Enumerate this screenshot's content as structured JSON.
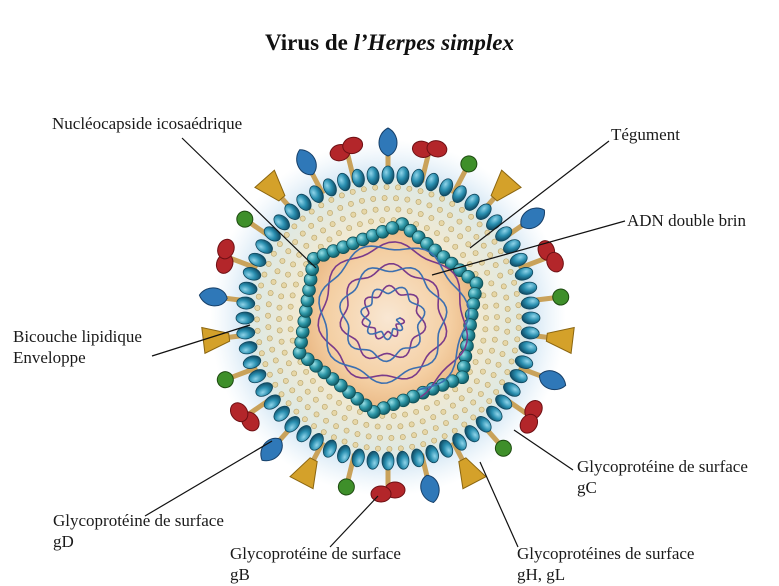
{
  "title": {
    "prefix": "Virus de ",
    "emphasis": "l’Herpes simplex"
  },
  "labels": {
    "nucleocapside": "Nucléocapside icosaédrique",
    "tegument": "Tégument",
    "adn": "ADN double brin",
    "bicouche": "Bicouche lipidique",
    "enveloppe": "Enveloppe",
    "gc_line1": "Glycoprotéine de surface",
    "gc_line2": "gC",
    "gd_line1": "Glycoprotéine de surface",
    "gd_line2": "gD",
    "gb_line1": "Glycoprotéine de surface",
    "gb_line2": "gB",
    "gh_line1": "Glycoprotéines de surface",
    "gh_line2": "gH, gL"
  },
  "colors": {
    "envelope_bead": "#2a7fa0",
    "capsid_bead": "#2f8fa4",
    "glyco_red": "#b3262a",
    "glyco_gold": "#d4a12a",
    "glyco_blue": "#2f78b8",
    "glyco_green": "#3e8f2a",
    "dna": "#7a3a8a",
    "dna_alt": "#3c6fb0",
    "tegument": "#f1e6c4",
    "halo": "#a9cde6"
  }
}
